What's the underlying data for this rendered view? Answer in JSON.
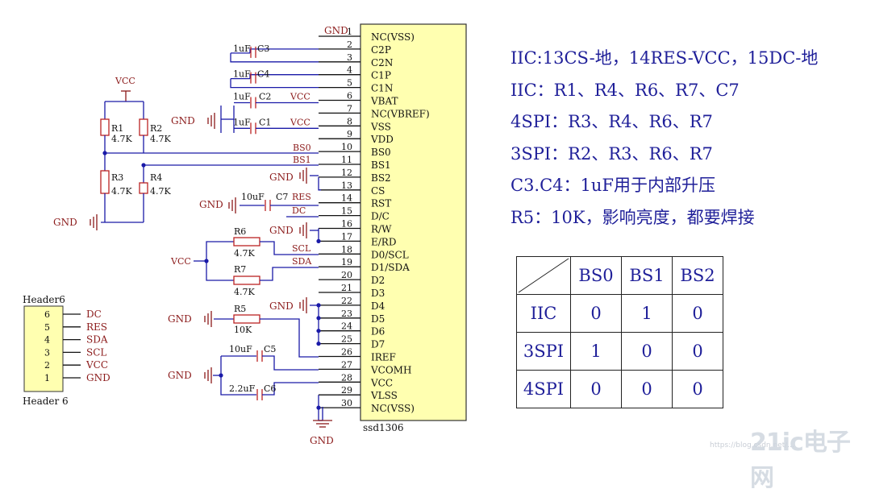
{
  "chip": {
    "name": "ssd1306",
    "pins": [
      {
        "num": "1",
        "name": "NC(VSS)",
        "net": "GND"
      },
      {
        "num": "2",
        "name": "C2P"
      },
      {
        "num": "3",
        "name": "C2N"
      },
      {
        "num": "4",
        "name": "C1P"
      },
      {
        "num": "5",
        "name": "C1N"
      },
      {
        "num": "6",
        "name": "VBAT",
        "net": "VCC"
      },
      {
        "num": "7",
        "name": "NC(VBREF)"
      },
      {
        "num": "8",
        "name": "VSS",
        "net": "VCC"
      },
      {
        "num": "9",
        "name": "VDD"
      },
      {
        "num": "10",
        "name": "BS0",
        "net": "BS0"
      },
      {
        "num": "11",
        "name": "BS1",
        "net": "BS1"
      },
      {
        "num": "12",
        "name": "BS2"
      },
      {
        "num": "13",
        "name": "CS"
      },
      {
        "num": "14",
        "name": "RST",
        "net": "RES"
      },
      {
        "num": "15",
        "name": "D/C",
        "net": "DC"
      },
      {
        "num": "16",
        "name": "R/W"
      },
      {
        "num": "17",
        "name": "E/RD"
      },
      {
        "num": "18",
        "name": "D0/SCL",
        "net": "SCL"
      },
      {
        "num": "19",
        "name": "D1/SDA",
        "net": "SDA"
      },
      {
        "num": "20",
        "name": "D2"
      },
      {
        "num": "21",
        "name": "D3"
      },
      {
        "num": "22",
        "name": "D4"
      },
      {
        "num": "23",
        "name": "D5"
      },
      {
        "num": "24",
        "name": "D6"
      },
      {
        "num": "25",
        "name": "D7"
      },
      {
        "num": "26",
        "name": "IREF"
      },
      {
        "num": "27",
        "name": "VCOMH"
      },
      {
        "num": "28",
        "name": "VCC"
      },
      {
        "num": "29",
        "name": "VLSS"
      },
      {
        "num": "30",
        "name": "NC(VSS)"
      }
    ]
  },
  "capacitors": [
    {
      "ref": "C3",
      "value": "1uF"
    },
    {
      "ref": "C4",
      "value": "1uF"
    },
    {
      "ref": "C2",
      "value": "1uF"
    },
    {
      "ref": "C1",
      "value": "1uF"
    },
    {
      "ref": "C7",
      "value": "10uF"
    },
    {
      "ref": "C5",
      "value": "10uF"
    },
    {
      "ref": "C6",
      "value": "2.2uF"
    }
  ],
  "resistors": [
    {
      "ref": "R1",
      "value": "4.7K"
    },
    {
      "ref": "R2",
      "value": "4.7K"
    },
    {
      "ref": "R3",
      "value": "4.7K"
    },
    {
      "ref": "R4",
      "value": "4.7K"
    },
    {
      "ref": "R6",
      "value": "4.7K"
    },
    {
      "ref": "R7",
      "value": "4.7K"
    },
    {
      "ref": "R5",
      "value": "10K"
    }
  ],
  "header": {
    "title": "Header6",
    "footer": "Header 6",
    "pins": [
      {
        "num": "6",
        "net": "DC"
      },
      {
        "num": "5",
        "net": "RES"
      },
      {
        "num": "4",
        "net": "SDA"
      },
      {
        "num": "3",
        "net": "SCL"
      },
      {
        "num": "2",
        "net": "VCC"
      },
      {
        "num": "1",
        "net": "GND"
      }
    ]
  },
  "labels": {
    "gnd": "GND",
    "vcc": "VCC"
  },
  "notes": [
    "IIC:13CS-地，14RES-VCC，15DC-地",
    "IIC：R1、R4、R6、R7、C7",
    "4SPI：R3、R4、R6、R7",
    "3SPI：R2、R3、R6、R7",
    "C3.C4：1uF用于内部升压",
    "R5：10K，影响亮度，都要焊接"
  ],
  "bs_table": {
    "headers": [
      "BS0",
      "BS1",
      "BS2"
    ],
    "rows": [
      {
        "mode": "IIC",
        "values": [
          "0",
          "1",
          "0"
        ]
      },
      {
        "mode": "3SPI",
        "values": [
          "1",
          "0",
          "0"
        ]
      },
      {
        "mode": "4SPI",
        "values": [
          "0",
          "0",
          "0"
        ]
      }
    ]
  },
  "watermark": {
    "logo": "21ic电子网",
    "credit": "https://blog.csdn.net/..."
  },
  "colors": {
    "wire": "#1a1aa8",
    "netlabel": "#8b1a1a",
    "chip_fill": "#ffffb0",
    "text": "#1f1f99"
  }
}
